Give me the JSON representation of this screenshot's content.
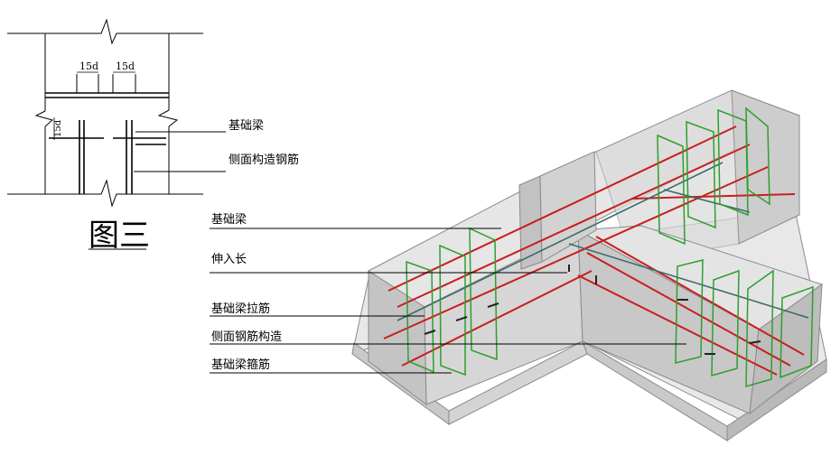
{
  "plan": {
    "dim_top_left": "15d",
    "dim_top_right": "15d",
    "dim_side": "15d",
    "label_beam": "基础梁",
    "label_side_rebar": "侧面构造钢筋",
    "caption": "图三"
  },
  "iso": {
    "label_beam": "基础梁",
    "label_extend": "伸入长",
    "label_tie": "基础梁拉筋",
    "label_side_construct": "侧面钢筋构造",
    "label_stirrup": "基础梁箍筋"
  },
  "colors": {
    "main_rebar": "#c81e1e",
    "stirrup": "#2f9e2f",
    "tie": "#3a6b6b",
    "concrete_light": "#e6e6e6",
    "concrete_mid": "#cfcfcf",
    "concrete_dark": "#b4b4b4"
  }
}
